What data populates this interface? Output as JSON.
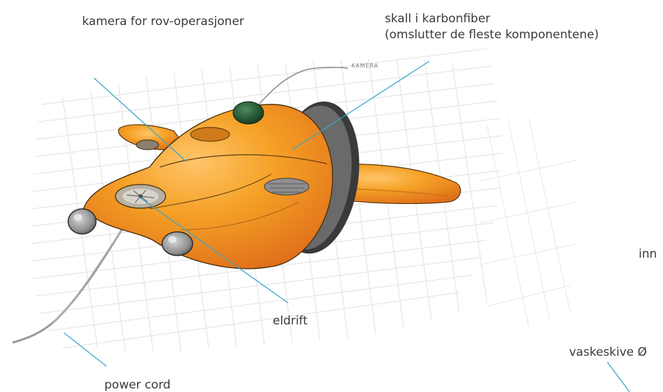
{
  "labels": {
    "camera": "kamera for rov-operasjoner",
    "shell_line1": "skall i karbonfiber",
    "shell_line2": "(omslutter de fleste komponentene)",
    "motor": "eldrift",
    "power_cord": "power cord",
    "inn": "inn",
    "washer": "vaskeskive Ø",
    "sketch_note": "KAMERA"
  },
  "colors": {
    "body_orange": "#f39a1e",
    "body_dark": "#e0521a",
    "leader_line": "#3aa6c9",
    "grid": "#c8c8c8",
    "camera_dome": "#1f5a35",
    "lens": "#8a8c8c"
  }
}
